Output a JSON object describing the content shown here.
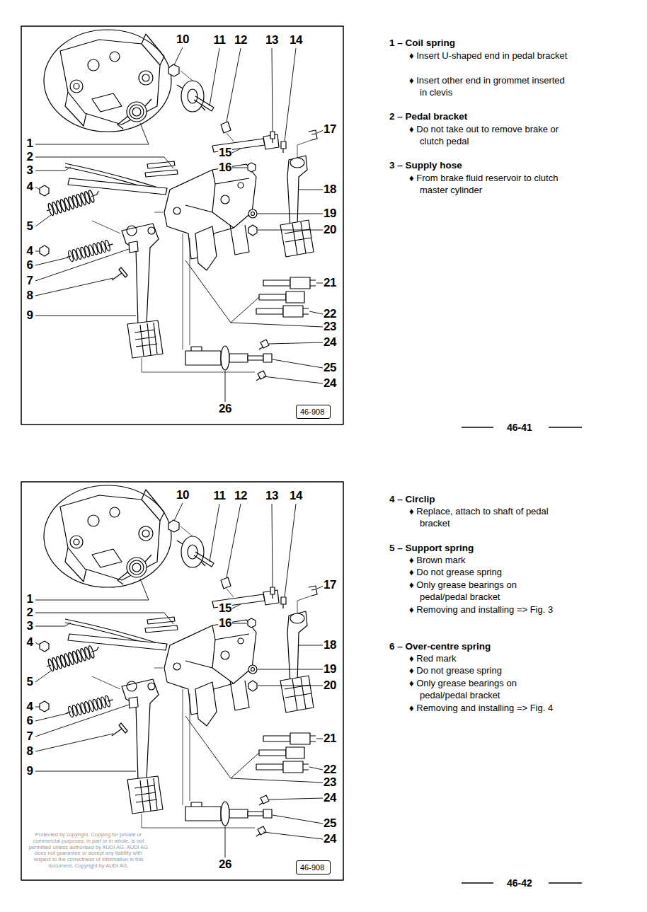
{
  "diagram": {
    "nodes": [
      {
        "text": [
          "46-908"
        ]
      },
      {
        "text": [
          "46-908"
        ]
      }
    ],
    "labels": [
      "10",
      "11",
      "12",
      "13",
      "14",
      "17",
      "1",
      "2",
      "3",
      "4",
      "5",
      "4",
      "6",
      "7",
      "8",
      "9",
      "15",
      "16",
      "18",
      "19",
      "20",
      "21",
      "22",
      "23",
      "24",
      "25",
      "24",
      "26",
      "1 – Coil spring",
      "♦ Insert U-shaped end in pedal bracket",
      "♦ Insert other end in grommet inserted in clevis",
      "2 – Pedal bracket",
      "♦ Do not take out to remove brake or clutch pedal",
      "3 – Supply hose",
      "♦ From brake fluid reservoir to clutch master cylinder",
      "46-41",
      "10",
      "11",
      "12",
      "13",
      "14",
      "17",
      "1",
      "2",
      "3",
      "4",
      "5",
      "4",
      "6",
      "7",
      "8",
      "9",
      "15",
      "16",
      "18",
      "19",
      "20",
      "21",
      "22",
      "23",
      "24",
      "25",
      "24",
      "26",
      "Protected by copyright. Copying for private or commercial purposes, in part or in whole, is not permitted unless authorised by AUDI AG. AUDI AG does not guarantee or accept any liability with respect to the correctness of information in this document. Copyright by AUDI AG.",
      "4 – Circlip",
      "♦ Replace, attach to shaft of pedal bracket",
      "5 – Support spring",
      "♦ Brown mark",
      "♦ Do not grease spring",
      "♦ Only grease bearings on pedal/pedal bracket",
      "♦ Removing and installing => Fig. 3",
      "6 – Over-centre spring",
      "♦ Red mark",
      "♦ Do not grease spring",
      "♦ Only grease bearings on pedal/pedal bracket",
      "♦ Removing and installing => Fig. 4",
      "46-42"
    ]
  }
}
